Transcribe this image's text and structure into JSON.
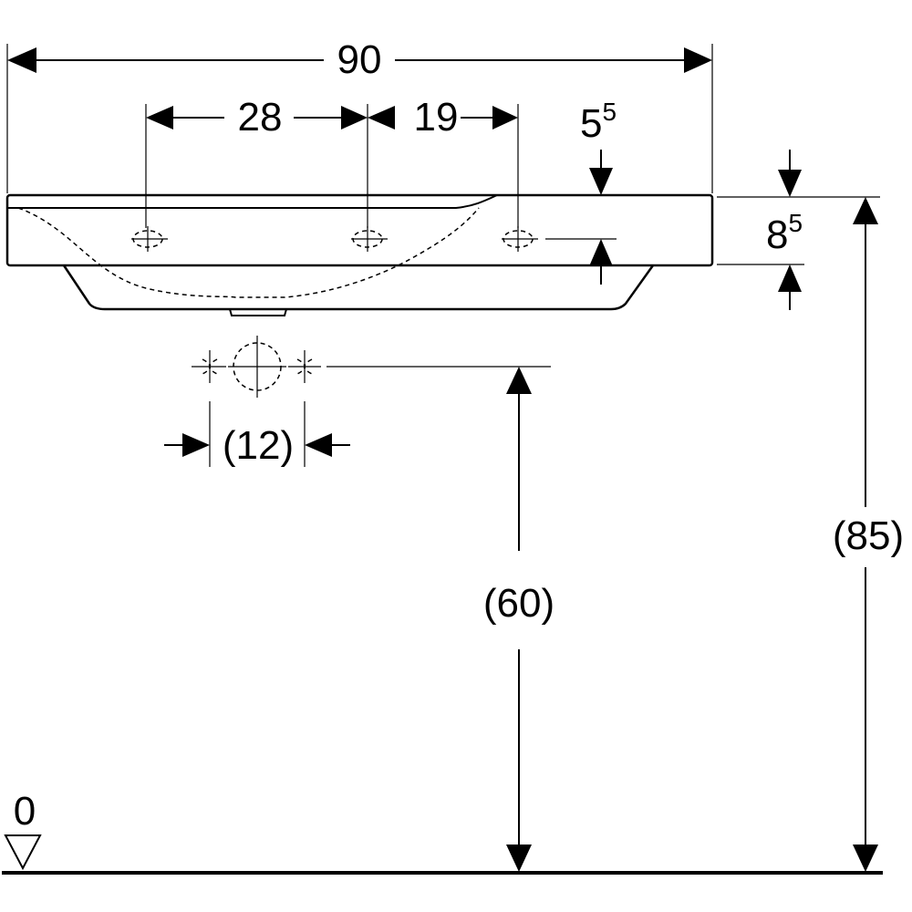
{
  "dimensions": {
    "overall_width": "90",
    "hole_spacing_left": "28",
    "hole_spacing_right": "19",
    "offset_top": {
      "main": "5",
      "sup": "5"
    },
    "rim_height": {
      "main": "8",
      "sup": "5"
    },
    "drain_spacing": "(12)",
    "drain_height": "(60)",
    "total_height": "(85)",
    "floor_reference": "0"
  }
}
